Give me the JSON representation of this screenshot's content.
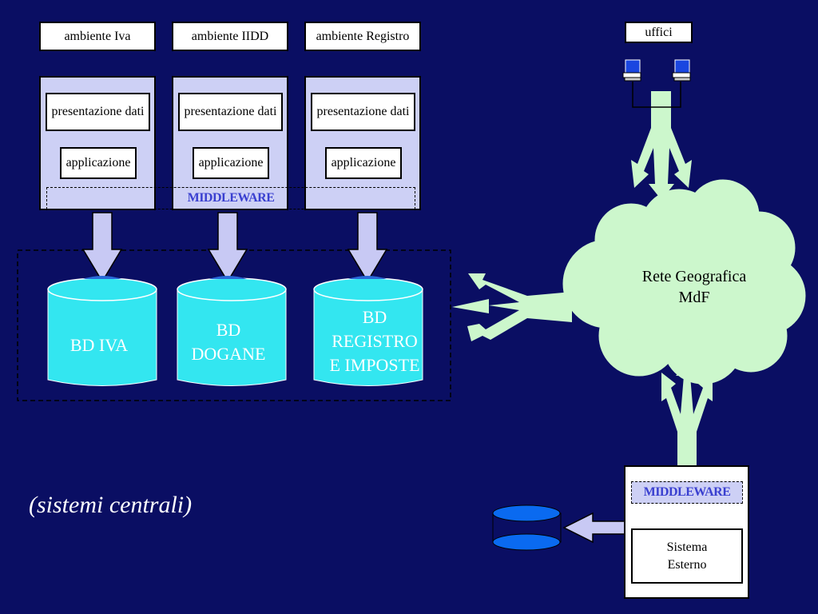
{
  "environments": [
    {
      "label": "ambiente Iva",
      "presentation": "presentazione dati",
      "application": "applicazione"
    },
    {
      "label": "ambiente IIDD",
      "presentation": "presentazione dati",
      "application": "applicazione"
    },
    {
      "label": "ambiente Registro",
      "presentation": "presentazione dati",
      "application": "applicazione"
    }
  ],
  "middleware_top": "MIDDLEWARE",
  "databases": [
    {
      "lines": [
        "BD IVA"
      ]
    },
    {
      "lines": [
        "BD",
        "DOGANE"
      ]
    },
    {
      "lines": [
        "BD",
        "REGISTRO",
        "E IMPOSTE"
      ]
    }
  ],
  "offices": "uffici",
  "network": [
    "Rete Geografica",
    "MdF"
  ],
  "external": {
    "middleware": "MIDDLEWARE",
    "system": [
      "Sistema",
      "Esterno"
    ]
  },
  "caption": "(sistemi centrali)",
  "colors": {
    "background": "#0a0e63",
    "panel": "#cdd0f5",
    "db": "#33e6f0",
    "cloud": "#ccf7cc",
    "arrow": "#c8c9f4",
    "green_arrow": "#ccf7cc",
    "middleware_text": "#3a40d0",
    "ext_db": "#0a6af0"
  }
}
